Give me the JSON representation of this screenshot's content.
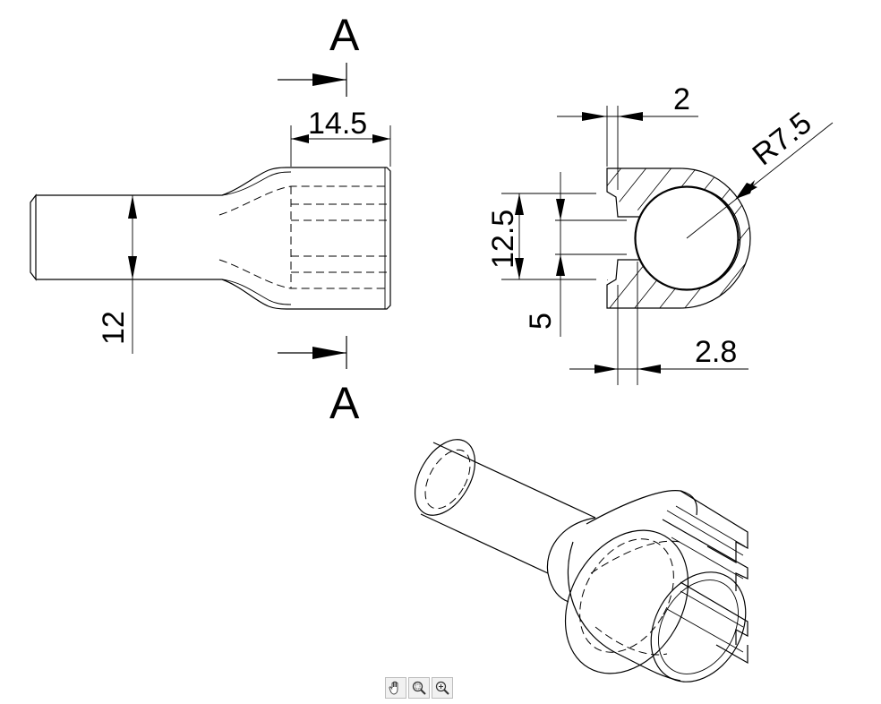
{
  "section_labels": {
    "top": "A",
    "bottom": "A"
  },
  "dimensions": {
    "socket_length": "14.5",
    "shaft_diameter": "12",
    "wall_thickness": "2",
    "radius": "R7.5",
    "slot_height": "12.5",
    "slot_gap": "5",
    "lip_width": "2.8"
  },
  "toolbar": {
    "tools": [
      {
        "icon": "pan-hand-icon"
      },
      {
        "icon": "zoom-region-icon"
      },
      {
        "icon": "zoom-icon"
      }
    ]
  }
}
